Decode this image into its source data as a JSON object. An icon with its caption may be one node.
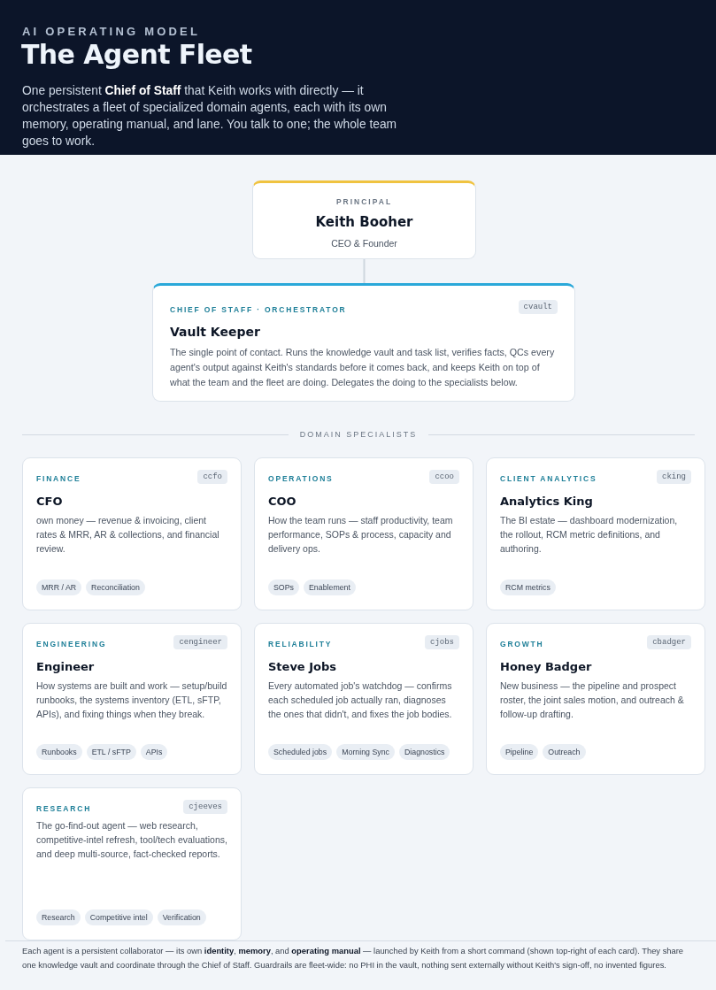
{
  "diagram": {
    "title": "The Agent Fleet",
    "caption": "Each agent is a persistent collaborator — its own **identity**, **memory**, and **operating manual** — launched by Keith from a short command (shown top-right of each card). They share one knowledge vault and coordinate through the Chief of Staff. Guardrails are fleet-wide: no PHI in the vault, nothing sent externally without Keith's sign-off, no invented figures.",
    "nodes": [
      {
        "text": [
          "PRINCIPAL",
          "Keith Booher",
          "CEO & Founder"
        ]
      },
      {
        "text": [
          "CHIEF OF STAFF · ORCHESTRATOR",
          "Vault Keeper",
          "The single point of contact. Runs the knowledge vault and task list, verifies facts, QCs every agent's output against Keith's standards before it comes back, and keeps Keith on top of what the team and the fleet are doing. Delegates the doing to the specialists below."
        ]
      },
      {
        "text": [
          "cvault"
        ],
        "in": 1
      },
      {
        "text": [
          "FINANCE",
          "CFO",
          "own money — revenue & invoicing, client rates & MRR, AR & collections, and financial review."
        ]
      },
      {
        "text": [
          "ccfo"
        ],
        "in": 3
      },
      {
        "text": [
          "MRR / AR"
        ],
        "in": 3
      },
      {
        "text": [
          "Reconciliation"
        ],
        "in": 3
      },
      {
        "text": [
          "OPERATIONS",
          "COO",
          "How the team runs — staff productivity, team performance, SOPs & process, capacity and delivery ops."
        ]
      },
      {
        "text": [
          "ccoo"
        ],
        "in": 7
      },
      {
        "text": [
          "SOPs"
        ],
        "in": 7
      },
      {
        "text": [
          "Enablement"
        ],
        "in": 7
      },
      {
        "text": [
          "CLIENT ANALYTICS",
          "Analytics King",
          "The BI estate — dashboard modernization, the rollout, RCM metric definitions, and authoring."
        ]
      },
      {
        "text": [
          "cking"
        ],
        "in": 11
      },
      {
        "text": [
          "RCM metrics"
        ],
        "in": 11
      },
      {
        "text": [
          "ENGINEERING",
          "Engineer",
          "How systems are built and work — setup/build runbooks, the systems inventory (ETL, sFTP, APIs), and fixing things when they break."
        ]
      },
      {
        "text": [
          "cengineer"
        ],
        "in": 14
      },
      {
        "text": [
          "Runbooks"
        ],
        "in": 14
      },
      {
        "text": [
          "ETL / sFTP"
        ],
        "in": 14
      },
      {
        "text": [
          "APIs"
        ],
        "in": 14
      },
      {
        "text": [
          "RELIABILITY",
          "Steve Jobs",
          "Every automated job's watchdog — confirms each scheduled job actually ran, diagnoses the ones that didn't, and fixes the job bodies."
        ]
      },
      {
        "text": [
          "cjobs"
        ],
        "in": 19
      },
      {
        "text": [
          "Scheduled jobs"
        ],
        "in": 19
      },
      {
        "text": [
          "Morning Sync"
        ],
        "in": 19
      },
      {
        "text": [
          "Diagnostics"
        ],
        "in": 19
      },
      {
        "text": [
          "GROWTH",
          "Honey Badger",
          "New business — the pipeline and prospect roster, the joint sales motion, and outreach & follow-up drafting."
        ]
      },
      {
        "text": [
          "cbadger"
        ],
        "in": 24
      },
      {
        "text": [
          "Pipeline"
        ],
        "in": 24
      },
      {
        "text": [
          "Outreach"
        ],
        "in": 24
      },
      {
        "text": [
          "RESEARCH",
          "The go-find-out agent — web research, competitive-intel refresh, tool/tech evaluations, and deep multi-source, fact-checked reports."
        ]
      },
      {
        "text": [
          "cjeeves"
        ],
        "in": 28
      },
      {
        "text": [
          "Research"
        ],
        "in": 28
      },
      {
        "text": [
          "Competitive intel"
        ],
        "in": 28
      },
      {
        "text": [
          "Verification"
        ],
        "in": 28
      }
    ],
    "edges": [
      {
        "from": 0,
        "to": 1,
        "arrow": "none"
      }
    ],
    "labels": [
      "AI OPERATING MODEL",
      "One persistent **Chief of Staff** that Keith works with directly — it orchestrates a fleet of specialized domain agents, each with its own memory, operating manual, and lane. You talk to one; the whole team goes to work.",
      "DOMAIN SPECIALISTS"
    ]
  }
}
